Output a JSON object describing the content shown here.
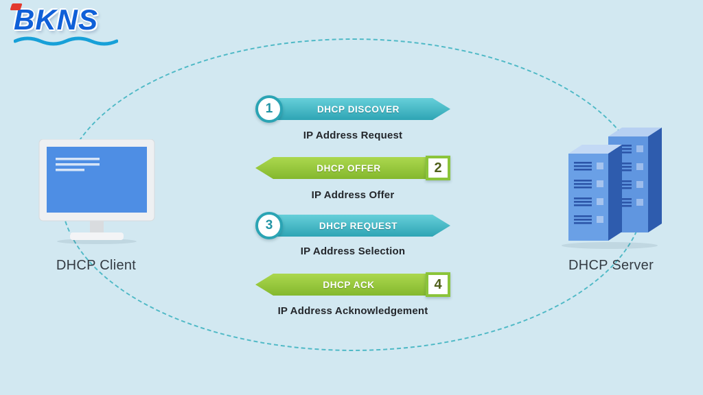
{
  "logo": {
    "text": "BKNS"
  },
  "client": {
    "label": "DHCP Client"
  },
  "server": {
    "label": "DHCP Server"
  },
  "steps": [
    {
      "num": "1",
      "label": "DHCP DISCOVER",
      "caption": "IP Address Request",
      "direction": "right"
    },
    {
      "num": "2",
      "label": "DHCP OFFER",
      "caption": "IP Address Offer",
      "direction": "left"
    },
    {
      "num": "3",
      "label": "DHCP REQUEST",
      "caption": "IP Address Selection",
      "direction": "right"
    },
    {
      "num": "4",
      "label": "DHCP ACK",
      "caption": "IP Address Acknowledgement",
      "direction": "left"
    }
  ],
  "colors": {
    "background": "#d2e8f1",
    "ellipse_dash": "#4fb9c6",
    "teal_arrow": "#2ea4b4",
    "green_arrow": "#84b82d",
    "logo_blue": "#1060d8",
    "logo_red": "#e23a2e",
    "monitor_screen": "#4e8ee4",
    "server_blue": "#6096e0"
  }
}
